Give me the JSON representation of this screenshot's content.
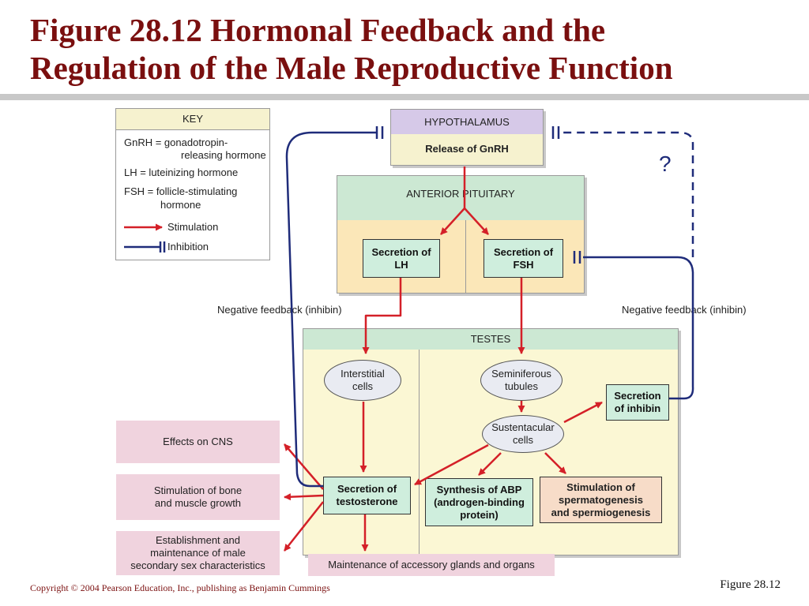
{
  "title": {
    "line1": "Figure 28.12  Hormonal Feedback and the",
    "line2": "Regulation of the Male Reproductive Function"
  },
  "key": {
    "header": "KEY",
    "gnrh_1": "GnRH = gonadotropin-",
    "gnrh_2": "releasing hormone",
    "lh": "LH = luteinizing hormone",
    "fsh_1": "FSH = follicle-stimulating",
    "fsh_2": "hormone",
    "stimulation": "Stimulation",
    "inhibition": "Inhibition"
  },
  "hypothalamus": {
    "header": "HYPOTHALAMUS",
    "body": "Release of GnRH"
  },
  "pituitary": {
    "header": "ANTERIOR PITUITARY",
    "lh_1": "Secretion of",
    "lh_2": "LH",
    "fsh_1": "Secretion of",
    "fsh_2": "FSH"
  },
  "feedback": {
    "left": "Negative feedback (inhibin)",
    "right": "Negative feedback (inhibin)",
    "question": "?"
  },
  "testes": {
    "header": "TESTES",
    "interstitial_1": "Interstitial",
    "interstitial_2": "cells",
    "seminiferous_1": "Seminiferous",
    "seminiferous_2": "tubules",
    "inhibin_1": "Secretion",
    "inhibin_2": "of inhibin",
    "sustentacular_1": "Sustentacular",
    "sustentacular_2": "cells",
    "testosterone_1": "Secretion of",
    "testosterone_2": "testosterone",
    "abp_1": "Synthesis of ABP",
    "abp_2": "(androgen-binding",
    "abp_3": "protein)",
    "sperm_1": "Stimulation of",
    "sperm_2": "spermatogenesis",
    "sperm_3": "and spermiogenesis"
  },
  "effects": {
    "cns": "Effects on CNS",
    "bone_1": "Stimulation of bone",
    "bone_2": "and muscle growth",
    "sex_1": "Establishment and",
    "sex_2": "maintenance of male",
    "sex_3": "secondary sex characteristics",
    "accessory": "Maintenance of accessory glands and organs"
  },
  "footer": {
    "copyright": "Copyright © 2004 Pearson Education, Inc., publishing as Benjamin Cummings",
    "figure": "Figure 28.12"
  },
  "colors": {
    "title": "#7a0f0f",
    "stimulation": "#d42028",
    "inhibition": "#1f2c7a",
    "pituitary_bg": "#fbe7b8",
    "testes_bg": "#fbf7d4",
    "hormone_box": "#cfeedd",
    "effect_box": "#f0d3de"
  }
}
